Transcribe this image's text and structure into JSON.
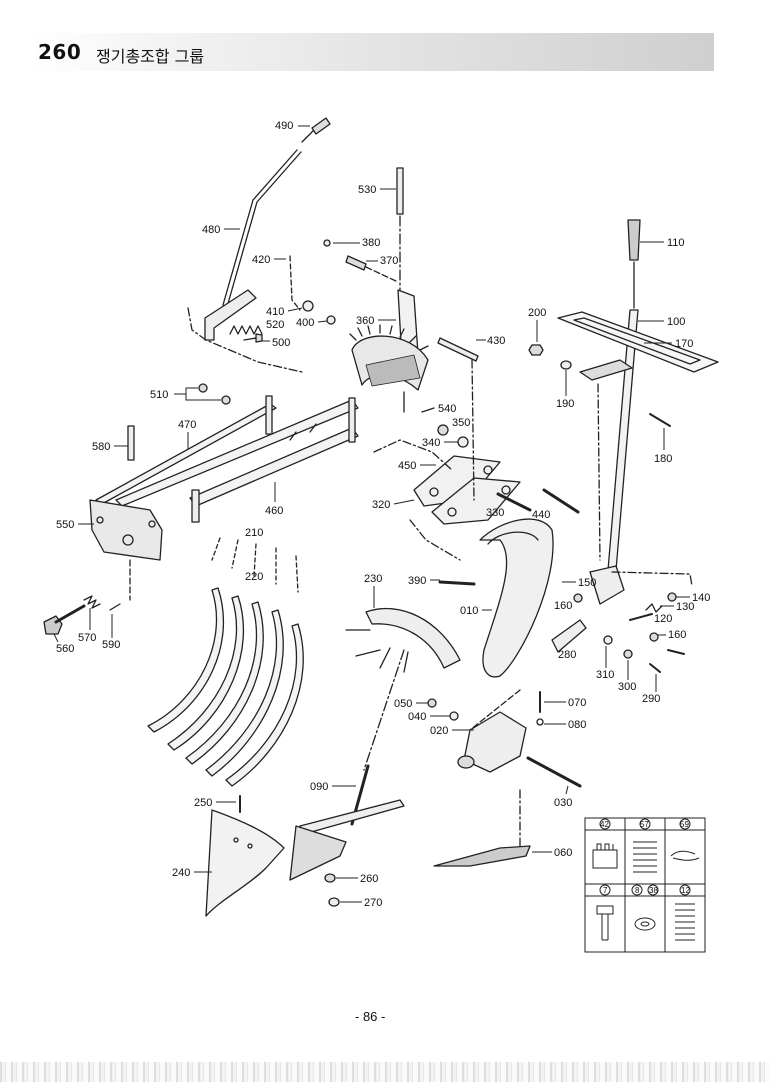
{
  "header": {
    "section": "260",
    "title": "쟁기총조합 그룹"
  },
  "page_number": "- 86 -",
  "labels": {
    "l490": "490",
    "l530": "530",
    "l480": "480",
    "l420": "420",
    "l380": "380",
    "l370": "370",
    "l410": "410",
    "l520": "520",
    "l400": "400",
    "l360": "360",
    "l500": "500",
    "l430": "430",
    "l200": "200",
    "l110": "110",
    "l100": "100",
    "l170": "170",
    "l190": "190",
    "l510": "510",
    "l540": "540",
    "l470": "470",
    "l350": "350",
    "l340": "340",
    "l580": "580",
    "l180": "180",
    "l450": "450",
    "l460": "460",
    "l320": "320",
    "l330": "330",
    "l440": "440",
    "l550": "550",
    "l210": "210",
    "l220": "220",
    "l230": "230",
    "l390": "390",
    "l150": "150",
    "l010": "010",
    "l160a": "160",
    "l140": "140",
    "l130": "130",
    "l120": "120",
    "l160b": "160",
    "l560": "560",
    "l570": "570",
    "l590": "590",
    "l280": "280",
    "l310": "310",
    "l300": "300",
    "l290": "290",
    "l070": "070",
    "l050": "050",
    "l040": "040",
    "l080": "080",
    "l020": "020",
    "l090": "090",
    "l030": "030",
    "l250": "250",
    "l060": "060",
    "l240": "240",
    "l260": "260",
    "l270": "270"
  },
  "legend": {
    "top": [
      "42",
      "57",
      "59"
    ],
    "bottom": [
      "7",
      "8",
      "38",
      "12"
    ]
  }
}
